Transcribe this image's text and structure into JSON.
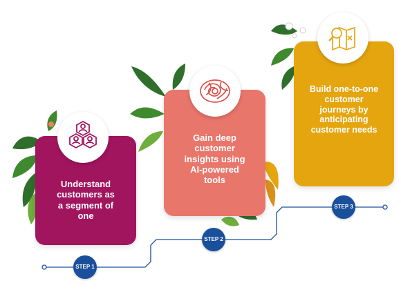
{
  "steps": [
    {
      "badge": "STEP 1",
      "lines": [
        "Understand",
        "customers as",
        "a segment of",
        "one"
      ],
      "icon": "people-network-icon",
      "color": "#a0155e"
    },
    {
      "badge": "STEP 2",
      "lines": [
        "Gain deep",
        "customer",
        "insights using",
        "AI-powered",
        "tools"
      ],
      "icon": "brain-swirl-icon",
      "color": "#e8766b"
    },
    {
      "badge": "STEP 3",
      "lines": [
        "Build one-to-one",
        "customer",
        "journeys by",
        "anticipating",
        "customer needs"
      ],
      "icon": "map-search-icon",
      "color": "#e5a50f"
    }
  ],
  "colors": {
    "path_line": "#1a4f9c",
    "leaf_dark": "#2f6e2b",
    "leaf_light": "#6fae3c"
  }
}
